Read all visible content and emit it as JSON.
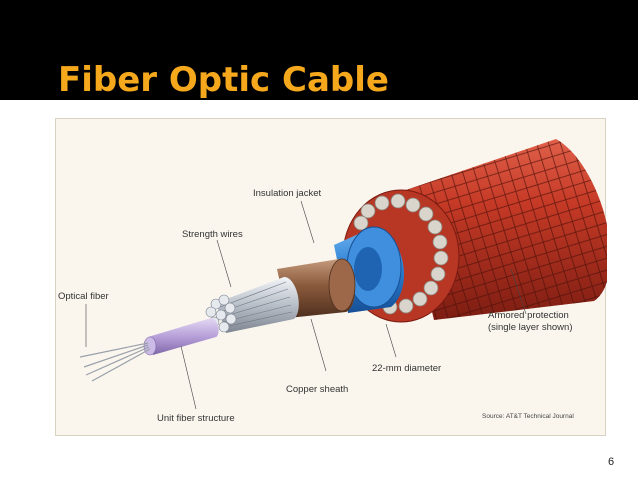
{
  "slide": {
    "title": "Fiber Optic Cable",
    "page_number": "6"
  },
  "diagram": {
    "labels": {
      "insulation_jacket": "Insulation jacket",
      "strength_wires": "Strength wires",
      "optical_fiber": "Optical fiber",
      "armored_protection_line1": "Armored protection",
      "armored_protection_line2": "(single layer shown)",
      "diameter": "22-mm diameter",
      "copper_sheath": "Copper sheath",
      "unit_fiber_structure": "Unit fiber structure",
      "source": "Source: AT&T Technical Journal"
    }
  },
  "colors": {
    "header_background": "#000000",
    "title": "#f6a81d",
    "armor": "#c0392b",
    "insulation": "#2f7fd0",
    "copper": "#8b5a3c",
    "strength_wires": "#c9ced6",
    "fiber_structure": "#b9a3d8"
  }
}
